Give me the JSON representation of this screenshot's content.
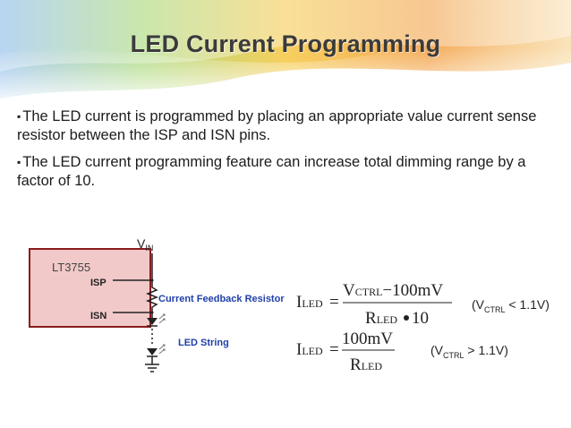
{
  "slide": {
    "title": "LED Current Programming",
    "bullets": [
      "The LED current is programmed by placing an appropriate value current sense resistor between the ISP and ISN pins.",
      "The LED current programming feature can increase total dimming range by a factor of 10."
    ]
  },
  "circuit": {
    "chip_label": "LT3755",
    "pin_isp": "ISP",
    "pin_isn": "ISN",
    "vin_main": "V",
    "vin_sub": "IN",
    "resistor_label": "Current Feedback Resistor",
    "led_label": "LED String"
  },
  "equations": {
    "eq1_lhs_main": "I",
    "eq1_lhs_sub": "LED",
    "eq1_num_v": "V",
    "eq1_num_sub": "CTRL",
    "eq1_num_rest": "−100mV",
    "eq1_den_r": "R",
    "eq1_den_sub": "LED",
    "eq1_den_rest": "10",
    "eq1_cond_open": "(V",
    "eq1_cond_sub": "CTRL",
    "eq1_cond_rest": " < 1.1V)",
    "eq2_lhs_main": "I",
    "eq2_lhs_sub": "LED",
    "eq2_num": "100mV",
    "eq2_den_r": "R",
    "eq2_den_sub": "LED",
    "eq2_cond_open": "(V",
    "eq2_cond_sub": "CTRL",
    "eq2_cond_rest": " > 1.1V)"
  },
  "colors": {
    "chip_fill": "#f2c9c9",
    "chip_border": "#8a1c1c",
    "label_blue": "#1f3fa8",
    "title_text": "#3b3b3b"
  }
}
